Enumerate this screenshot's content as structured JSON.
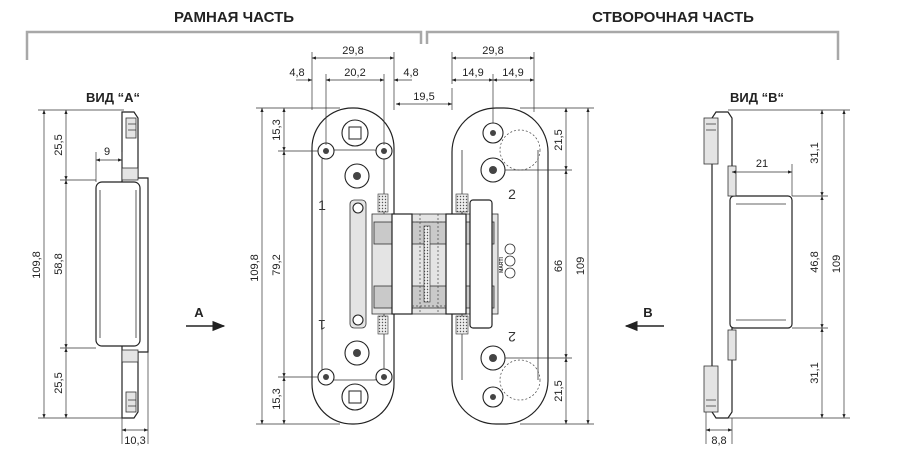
{
  "headers": {
    "frame_part": "РАМНАЯ ЧАСТЬ",
    "leaf_part": "СТВОРОЧНАЯ ЧАСТЬ"
  },
  "views": {
    "view_a": "ВИД “А“",
    "view_b": "ВИД “В“"
  },
  "arrows": {
    "a": "A",
    "b": "B"
  },
  "marks": {
    "one_top": "1",
    "one_bottom": "1",
    "two_top": "2",
    "two_bottom": "2"
  },
  "stamp": {
    "line1": "MADE IN ITALY",
    "line2": "MARTI"
  },
  "dimensions": {
    "left_total": "109,8",
    "left_top": "25,5",
    "left_mid": "58,8",
    "left_bottom": "25,5",
    "left_offset": "9",
    "left_depth": "10,3",
    "top_width_left": "29,8",
    "top_half_left": "20,2",
    "top_edge_left": "4,8",
    "top_edge_right": "4,8",
    "top_gap": "19,5",
    "top_width_right": "29,8",
    "top_half_right_a": "14,9",
    "top_half_right_b": "14,9",
    "center_total": "109,8",
    "center_inner": "79,2",
    "center_top": "15,3",
    "center_bottom": "15,3",
    "right_top": "21,5",
    "right_mid": "66",
    "right_total": "109",
    "right_bottom": "21,5",
    "side_top": "31,1",
    "side_mid": "46,8",
    "side_bottom": "31,1",
    "side_total": "109",
    "side_offset": "21",
    "side_depth": "8,8"
  }
}
